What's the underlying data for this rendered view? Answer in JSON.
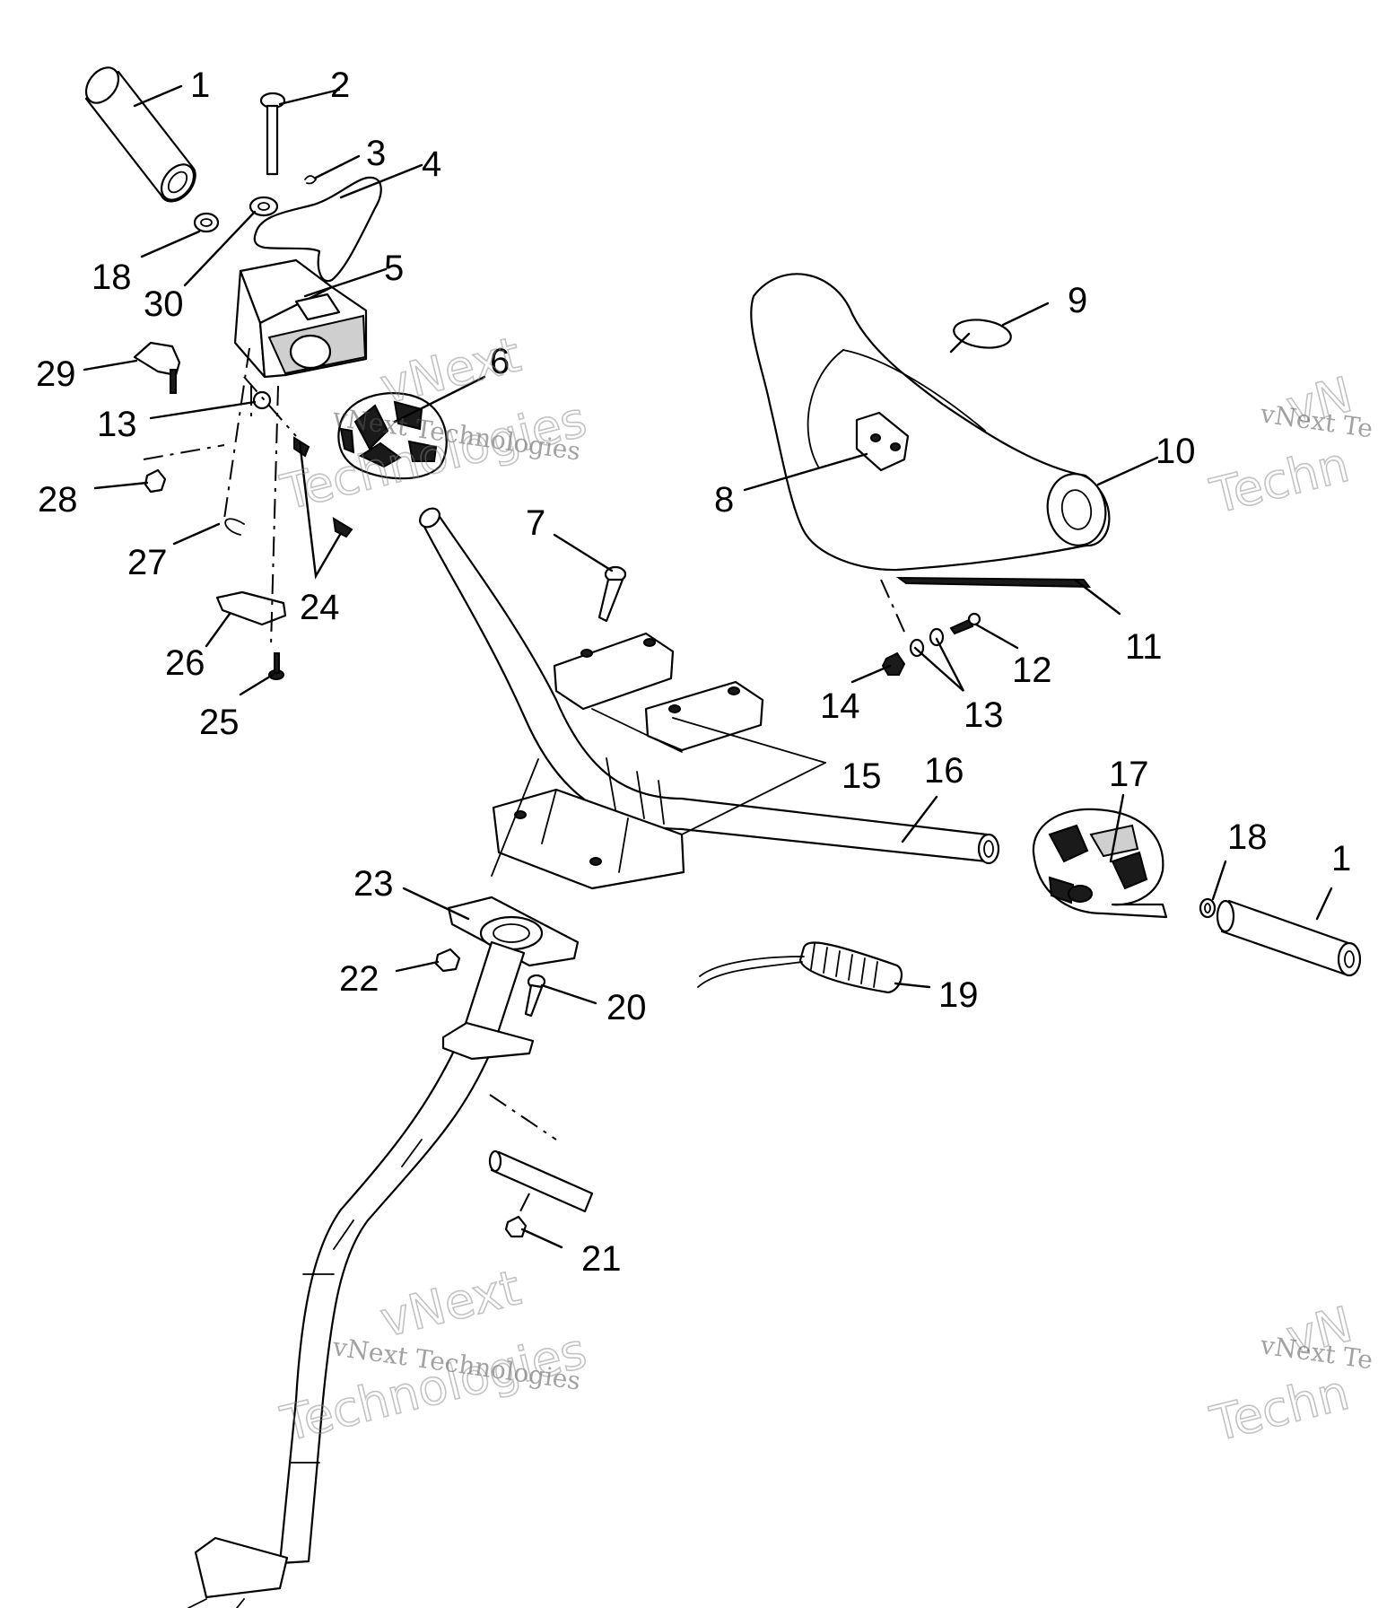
{
  "diagram": {
    "callouts": [
      {
        "id": "c1a",
        "label": "1"
      },
      {
        "id": "c2",
        "label": "2"
      },
      {
        "id": "c3",
        "label": "3"
      },
      {
        "id": "c4",
        "label": "4"
      },
      {
        "id": "c5",
        "label": "5"
      },
      {
        "id": "c18a",
        "label": "18"
      },
      {
        "id": "c30",
        "label": "30"
      },
      {
        "id": "c29",
        "label": "29"
      },
      {
        "id": "c6",
        "label": "6"
      },
      {
        "id": "c13a",
        "label": "13"
      },
      {
        "id": "c28",
        "label": "28"
      },
      {
        "id": "c27",
        "label": "27"
      },
      {
        "id": "c24",
        "label": "24"
      },
      {
        "id": "c26",
        "label": "26"
      },
      {
        "id": "c25",
        "label": "25"
      },
      {
        "id": "c7",
        "label": "7"
      },
      {
        "id": "c9",
        "label": "9"
      },
      {
        "id": "c10",
        "label": "10"
      },
      {
        "id": "c8",
        "label": "8"
      },
      {
        "id": "c11",
        "label": "11"
      },
      {
        "id": "c12",
        "label": "12"
      },
      {
        "id": "c14",
        "label": "14"
      },
      {
        "id": "c13b",
        "label": "13"
      },
      {
        "id": "c15",
        "label": "15"
      },
      {
        "id": "c16",
        "label": "16"
      },
      {
        "id": "c17",
        "label": "17"
      },
      {
        "id": "c18b",
        "label": "18"
      },
      {
        "id": "c1b",
        "label": "1"
      },
      {
        "id": "c23",
        "label": "23"
      },
      {
        "id": "c22",
        "label": "22"
      },
      {
        "id": "c20",
        "label": "20"
      },
      {
        "id": "c19",
        "label": "19"
      },
      {
        "id": "c21",
        "label": "21"
      }
    ]
  },
  "watermark": {
    "brand": "vNext",
    "line": "vNext Technologies",
    "word": "Technologies",
    "partial_small": "vNext Te",
    "partial_brand": "vN",
    "partial_word": "Techn"
  }
}
